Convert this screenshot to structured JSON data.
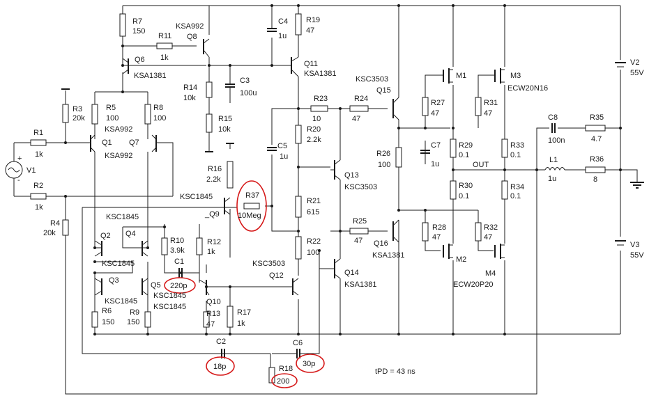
{
  "labels": {
    "R1": {
      "name": "R1",
      "value": "1k"
    },
    "R2": {
      "name": "R2",
      "value": "1k"
    },
    "R3": {
      "name": "R3",
      "value": "20k"
    },
    "R4": {
      "name": "R4",
      "value": "20k"
    },
    "R5": {
      "name": "R5",
      "value": "100"
    },
    "R6": {
      "name": "R6",
      "value": "150"
    },
    "R7": {
      "name": "R7",
      "value": "150"
    },
    "R8": {
      "name": "R8",
      "value": "100"
    },
    "R9": {
      "name": "R9",
      "value": "150"
    },
    "R10": {
      "name": "R10",
      "value": "3.9k"
    },
    "R11": {
      "name": "R11",
      "value": "1k"
    },
    "R12": {
      "name": "R12",
      "value": "1k"
    },
    "R13": {
      "name": "R13",
      "value": "47"
    },
    "R14": {
      "name": "R14",
      "value": "10k"
    },
    "R15": {
      "name": "R15",
      "value": "10k"
    },
    "R16": {
      "name": "R16",
      "value": "2.2k"
    },
    "R17": {
      "name": "R17",
      "value": "1k"
    },
    "R18": {
      "name": "R18",
      "value": "200"
    },
    "R19": {
      "name": "R19",
      "value": "47"
    },
    "R20": {
      "name": "R20",
      "value": "2.2k"
    },
    "R21": {
      "name": "R21",
      "value": "615"
    },
    "R22": {
      "name": "R22",
      "value": "100"
    },
    "R23": {
      "name": "R23",
      "value": "10"
    },
    "R24": {
      "name": "R24",
      "value": "47"
    },
    "R25": {
      "name": "R25",
      "value": "47"
    },
    "R26": {
      "name": "R26",
      "value": "100"
    },
    "R27": {
      "name": "R27",
      "value": "47"
    },
    "R28": {
      "name": "R28",
      "value": "47"
    },
    "R29": {
      "name": "R29",
      "value": "0.1"
    },
    "R30": {
      "name": "R30",
      "value": "0.1"
    },
    "R31": {
      "name": "R31",
      "value": "47"
    },
    "R32": {
      "name": "R32",
      "value": "47"
    },
    "R33": {
      "name": "R33",
      "value": "0.1"
    },
    "R34": {
      "name": "R34",
      "value": "0.1"
    },
    "R35": {
      "name": "R35",
      "value": "4.7"
    },
    "R36": {
      "name": "R36",
      "value": "8"
    },
    "R37": {
      "name": "R37",
      "value": "10Meg"
    },
    "C1": {
      "name": "C1",
      "value": "220p"
    },
    "C2": {
      "name": "C2",
      "value": "18p"
    },
    "C3": {
      "name": "C3",
      "value": "100u"
    },
    "C4": {
      "name": "C4",
      "value": "1u"
    },
    "C5": {
      "name": "C5",
      "value": "1u"
    },
    "C6": {
      "name": "C6",
      "value": "30p"
    },
    "C7": {
      "name": "C7",
      "value": "1u"
    },
    "C8": {
      "name": "C8",
      "value": "100n"
    },
    "L1": {
      "name": "L1",
      "value": "1u"
    },
    "V1": {
      "name": "V1"
    },
    "V2": {
      "name": "V2",
      "value": "55V"
    },
    "V3": {
      "name": "V3",
      "value": "55V"
    },
    "Q1": {
      "name": "Q1",
      "part": "KSA992"
    },
    "Q2": {
      "name": "Q2",
      "part": "KSC1845"
    },
    "Q3": {
      "name": "Q3",
      "part": "KSC1845"
    },
    "Q4": {
      "name": "Q4",
      "part": "KSC1845"
    },
    "Q5": {
      "name": "Q5",
      "part": "KSC1845"
    },
    "Q6": {
      "name": "Q6",
      "part": "KSA1381"
    },
    "Q7": {
      "name": "Q7",
      "part": "KSA992"
    },
    "Q8": {
      "name": "Q8",
      "part": "KSA992"
    },
    "Q9": {
      "name": "Q9",
      "part": "KSC1845"
    },
    "Q10": {
      "name": "Q10"
    },
    "Q11": {
      "name": "Q11",
      "part": "KSA1381"
    },
    "Q12": {
      "name": "Q12",
      "part": "KSC3503"
    },
    "Q13": {
      "name": "Q13",
      "part": "KSC3503"
    },
    "Q14": {
      "name": "Q14",
      "part": "KSA1381"
    },
    "Q15": {
      "name": "Q15",
      "part": "KSC3503"
    },
    "Q16": {
      "name": "Q16",
      "part": "KSA1381"
    },
    "M1": {
      "name": "M1"
    },
    "M2": {
      "name": "M2"
    },
    "M3": {
      "name": "M3",
      "part": "ECW20N16"
    },
    "M4": {
      "name": "M4",
      "part": "ECW20P20"
    },
    "out": "OUT",
    "tpd": "tPD = 43 ns"
  },
  "highlighted_components": [
    "R37",
    "C1",
    "C2",
    "C6",
    "R18"
  ],
  "colors": {
    "wire": "#1a1a1a",
    "highlight": "#d61a1a",
    "background": "#ffffff"
  }
}
